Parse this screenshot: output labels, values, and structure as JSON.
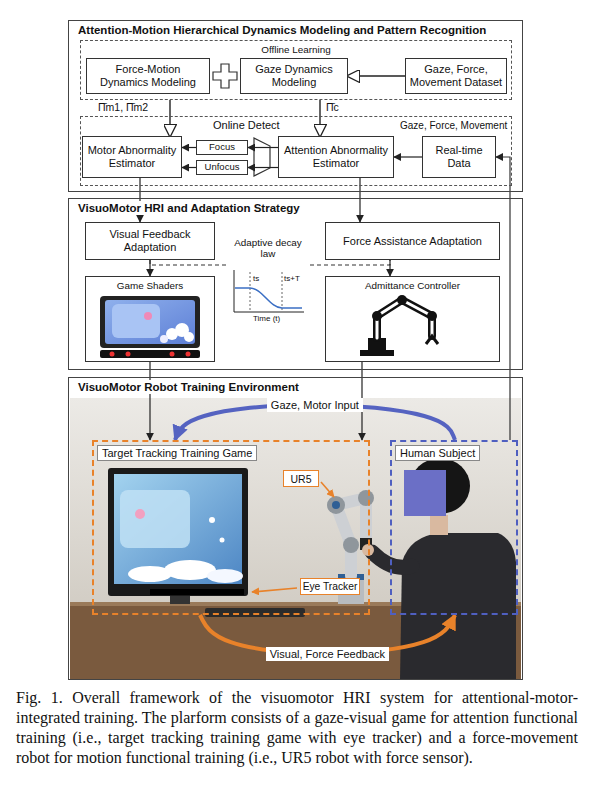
{
  "diagram": {
    "caption": "Fig. 1. Overall framework of the visuomotor HRI system for attentional-motor-integrated training. The plarform consists of a gaze-visual game for attention functional training (i.e., target tracking training game with eye tracker) and a force-movement robot for motion functional training (i.e., UR5 robot with force sensor).",
    "nodes": [
      {
        "text": [
          "Attention-Motion Hierarchical Dynamics Modeling and Pattern Recognition"
        ]
      },
      {
        "text": [
          "Offline Learning"
        ],
        "in": 0
      },
      {
        "text": [
          "Force-Motion Dynamics Modeling"
        ],
        "in": 1
      },
      {
        "text": [
          "Gaze Dynamics Modeling"
        ],
        "in": 1
      },
      {
        "text": [
          "Gaze, Force, Movement Dataset"
        ],
        "in": 1
      },
      {
        "text": [
          "Online Detect"
        ],
        "in": 0
      },
      {
        "text": [
          "Motor Abnormality Estimator"
        ],
        "in": 5
      },
      {
        "text": [
          "Focus"
        ],
        "in": 5
      },
      {
        "text": [
          "Unfocus"
        ],
        "in": 5
      },
      {
        "text": [
          "Attention Abnormality Estimator"
        ],
        "in": 5
      },
      {
        "text": [
          "Real-time Data"
        ],
        "in": 5
      },
      {
        "text": [
          "VisuoMotor HRI and Adaptation Strategy"
        ]
      },
      {
        "text": [
          "Visual Feedback Adaptation"
        ],
        "in": 11
      },
      {
        "text": [
          "Force Assistance Adaptation"
        ],
        "in": 11
      },
      {
        "text": [
          "Adaptive decay law"
        ],
        "in": 11
      },
      {
        "text": [
          "Game Shaders"
        ],
        "in": 11
      },
      {
        "text": [
          "Admittance Controller"
        ],
        "in": 11
      },
      {
        "text": [
          "VisuoMotor Robot Training Environment"
        ]
      },
      {
        "text": [
          "Target Tracking Training Game"
        ],
        "in": 17
      },
      {
        "text": [
          "Human Subject"
        ],
        "in": 17
      },
      {
        "text": [
          "UR5"
        ],
        "in": 18
      },
      {
        "text": [
          "Eye Tracker"
        ],
        "in": 18
      }
    ],
    "edges": [
      {
        "from": 4,
        "to": 3,
        "arrow": "to"
      },
      {
        "from": 1,
        "to": 6,
        "arrow": "to"
      },
      {
        "from": 1,
        "to": 9,
        "arrow": "to"
      },
      {
        "from": 10,
        "to": 9,
        "arrow": "to"
      },
      {
        "from": 9,
        "to": 7,
        "arrow": "to"
      },
      {
        "from": 9,
        "to": 8,
        "arrow": "to"
      },
      {
        "from": 7,
        "to": 6,
        "arrow": "to"
      },
      {
        "from": 8,
        "to": 6,
        "arrow": "to"
      },
      {
        "from": 19,
        "to": 10,
        "arrow": "to"
      },
      {
        "from": 6,
        "to": 12,
        "arrow": "to"
      },
      {
        "from": 9,
        "to": 13,
        "arrow": "to"
      },
      {
        "from": 14,
        "to": 12,
        "arrow": "none"
      },
      {
        "from": 14,
        "to": 13,
        "arrow": "none"
      },
      {
        "from": 12,
        "to": 15,
        "arrow": "to"
      },
      {
        "from": 13,
        "to": 16,
        "arrow": "to"
      },
      {
        "from": 15,
        "to": 18,
        "arrow": "to"
      },
      {
        "from": 16,
        "to": 18,
        "arrow": "to"
      },
      {
        "from": 19,
        "to": 18,
        "label": "Gaze, Motor Input",
        "arrow": "to"
      },
      {
        "from": 18,
        "to": 19,
        "label": "Visual, Force Feedback",
        "arrow": "to"
      }
    ],
    "labels": [
      "Π̄m1, Π̄m2",
      "Π̄c",
      "Gaze, Force, Movement",
      "ts",
      "ts+T",
      "Time (t)"
    ]
  }
}
